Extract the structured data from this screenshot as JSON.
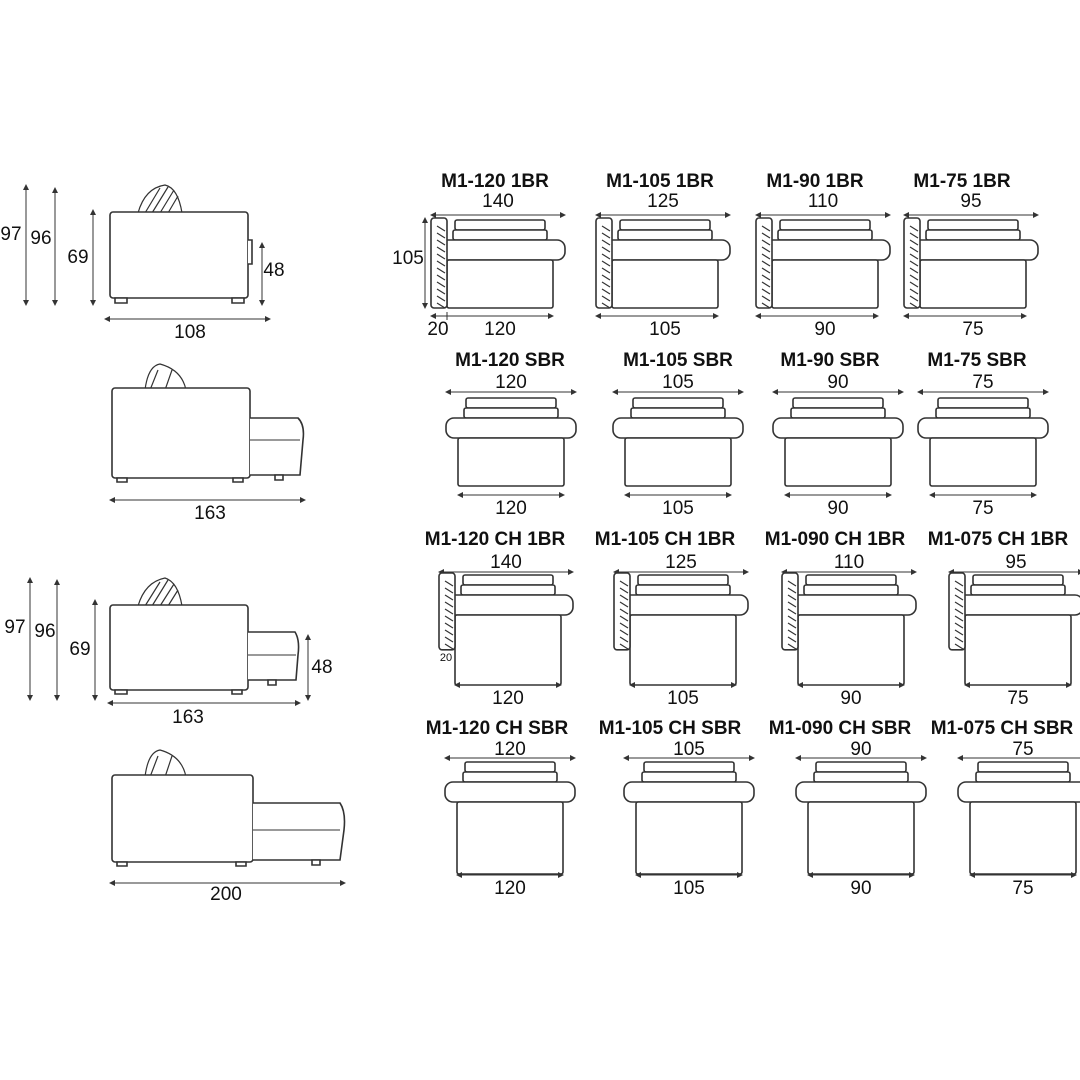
{
  "side_views": [
    {
      "name": "sofa-side-closed",
      "dims": {
        "height_total": "97",
        "height_back": "96",
        "height_arm": "69",
        "height_seat": "48",
        "depth": "108"
      }
    },
    {
      "name": "sofa-side-open",
      "dims": {
        "depth": "163"
      }
    },
    {
      "name": "chaise-side-closed",
      "dims": {
        "height_total": "97",
        "height_back": "96",
        "height_arm": "69",
        "height_seat": "48",
        "depth": "163"
      }
    },
    {
      "name": "chaise-side-open",
      "dims": {
        "depth": "200"
      }
    }
  ],
  "rows": [
    {
      "type": "1BR",
      "modules": [
        {
          "title": "M1-120 1BR",
          "top": "140",
          "bottom": "120",
          "arm_width": "20",
          "depth": "105"
        },
        {
          "title": "M1-105 1BR",
          "top": "125",
          "bottom": "105"
        },
        {
          "title": "M1-90 1BR",
          "top": "110",
          "bottom": "90"
        },
        {
          "title": "M1-75 1BR",
          "top": "95",
          "bottom": "75"
        }
      ]
    },
    {
      "type": "SBR",
      "modules": [
        {
          "title": "M1-120 SBR",
          "top": "120",
          "bottom": "120"
        },
        {
          "title": "M1-105 SBR",
          "top": "105",
          "bottom": "105"
        },
        {
          "title": "M1-90 SBR",
          "top": "90",
          "bottom": "90"
        },
        {
          "title": "M1-75 SBR",
          "top": "75",
          "bottom": "75"
        }
      ]
    },
    {
      "type": "CH 1BR",
      "modules": [
        {
          "title": "M1-120 CH 1BR",
          "top": "140",
          "bottom": "120",
          "arm_width": "20"
        },
        {
          "title": "M1-105 CH 1BR",
          "top": "125",
          "bottom": "105"
        },
        {
          "title": "M1-090 CH 1BR",
          "top": "110",
          "bottom": "90"
        },
        {
          "title": "M1-075 CH 1BR",
          "top": "95",
          "bottom": "75"
        }
      ]
    },
    {
      "type": "CH SBR",
      "modules": [
        {
          "title": "M1-120 CH SBR",
          "top": "120",
          "bottom": "120"
        },
        {
          "title": "M1-105 CH SBR",
          "top": "105",
          "bottom": "105"
        },
        {
          "title": "M1-090 CH SBR",
          "top": "90",
          "bottom": "90"
        },
        {
          "title": "M1-075 CH SBR",
          "top": "75",
          "bottom": "75"
        }
      ]
    }
  ]
}
